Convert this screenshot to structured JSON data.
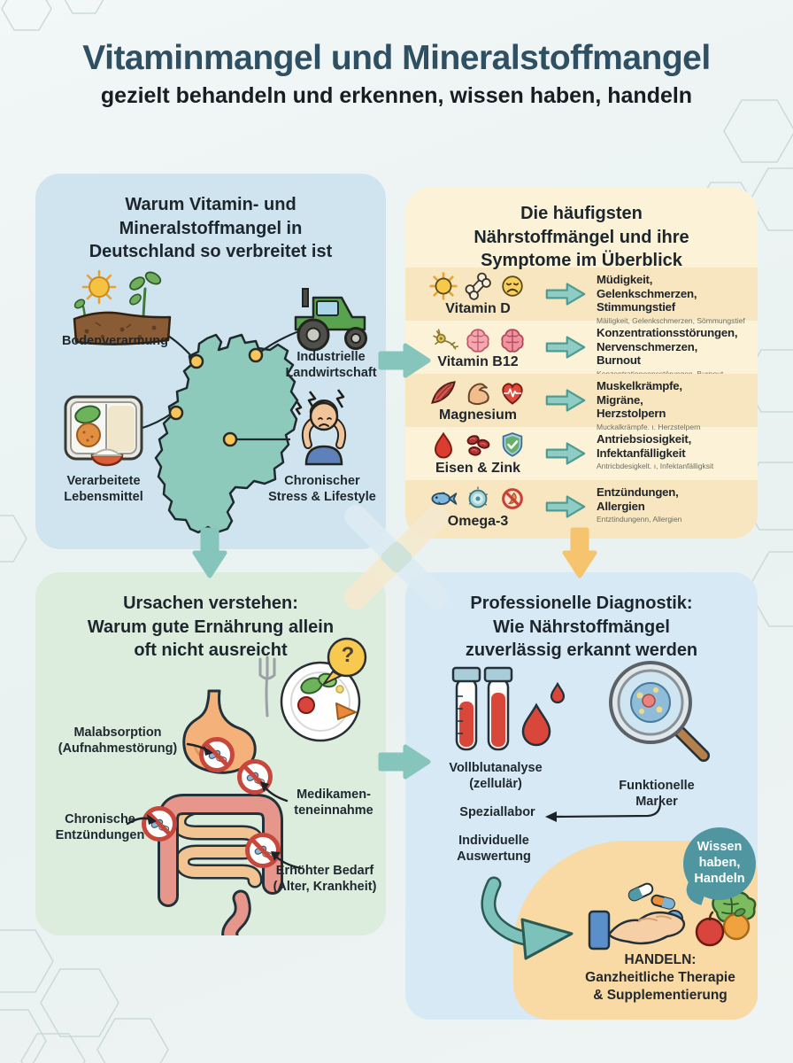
{
  "header": {
    "title": "Vitaminmangel und Mineralstoffmangel",
    "subtitle": "gezielt behandeln und erkennen, wissen haben, handeln"
  },
  "colors": {
    "title": "#2f4f63",
    "panel_causes_bg": "#cfe4ee",
    "panel_deficiencies_bg": "#fcf2d8",
    "panel_nutrition_bg": "#dcedde",
    "panel_diagnostics_bg": "#d7e9f4",
    "teal_arrow": "#85c5bc",
    "orange_arrow": "#f6c36e",
    "map_fill": "#8ecabb",
    "bubble": "#4f96a0",
    "blob": "#f9d9a4"
  },
  "panels": {
    "causes_germany": {
      "heading": "Warum Vitamin- und\nMineralstoffmangel in\nDeutschland so verbreitet ist",
      "items": [
        {
          "label": "Bodenverarmung"
        },
        {
          "label": "Industrielle\nLandwirtschaft"
        },
        {
          "label": "Verarbeitete\nLebensmittel"
        },
        {
          "label": "Chronischer\nStress & Lifestyle"
        }
      ]
    },
    "deficiencies": {
      "heading": "Die häufigsten\nNährstoffmängel und ihre\nSymptome im Überblick",
      "rows": [
        {
          "nutrient": "Vitamin D",
          "symptoms": "Müdigkeit,\nGelenkschmerzen,\nStimmungstief",
          "symptoms_sub": "Mäiligkeit, Gelenkschmerzen, Sömmungstief"
        },
        {
          "nutrient": "Vitamin B12",
          "symptoms": "Konzentrationsstörungen,\nNervenschmerzen,\nBurnout",
          "symptoms_sub": "Kenzentrationeonsstörungen, Burnout"
        },
        {
          "nutrient": "Magnesium",
          "symptoms": "Muskelkrämpfe,\nMigräne,\nHerzstolpern",
          "symptoms_sub": "Muckalkrämpfe. ı. Herzstelpern"
        },
        {
          "nutrient": "Eisen & Zink",
          "symptoms": "Antriebsiosigkeit,\nInfektanfälligkeit",
          "symptoms_sub": "Antricbdesigkelt. ı, Infektanfälligksit"
        },
        {
          "nutrient": "Omega-3",
          "symptoms": "Entzündungen,\nAllergien",
          "symptoms_sub": "Entztindungenn, Allergien"
        }
      ]
    },
    "causes_nutrition": {
      "heading": "Ursachen verstehen:\nWarum gute Ernährung allein\noft nicht ausreicht",
      "question_mark": "?",
      "labels": {
        "malabsorption": "Malabsorption\n(Aufnahmestörung)",
        "medication": "Medikamen-\nteneinnahme",
        "inflammation": "Chronische\nEntzündungen",
        "demand": "Erhöhter Bedarf\n(Alter, Krankheit)"
      }
    },
    "diagnostics": {
      "heading": "Professionelle Diagnostik:\nWie Nährstoffmängel\nzuverlässig erkannt werden",
      "labels": {
        "blood": "Vollblutanalyse\n(zellulär)",
        "markers": "Funktionelle\nMarker",
        "lab": "Speziallabor",
        "evaluation": "Individuelle\nAuswertung",
        "action": "HANDELN:\nGanzheitliche Therapie\n& Supplementierung",
        "bubble": "Wissen\nhaben,\nHandeln"
      }
    }
  }
}
